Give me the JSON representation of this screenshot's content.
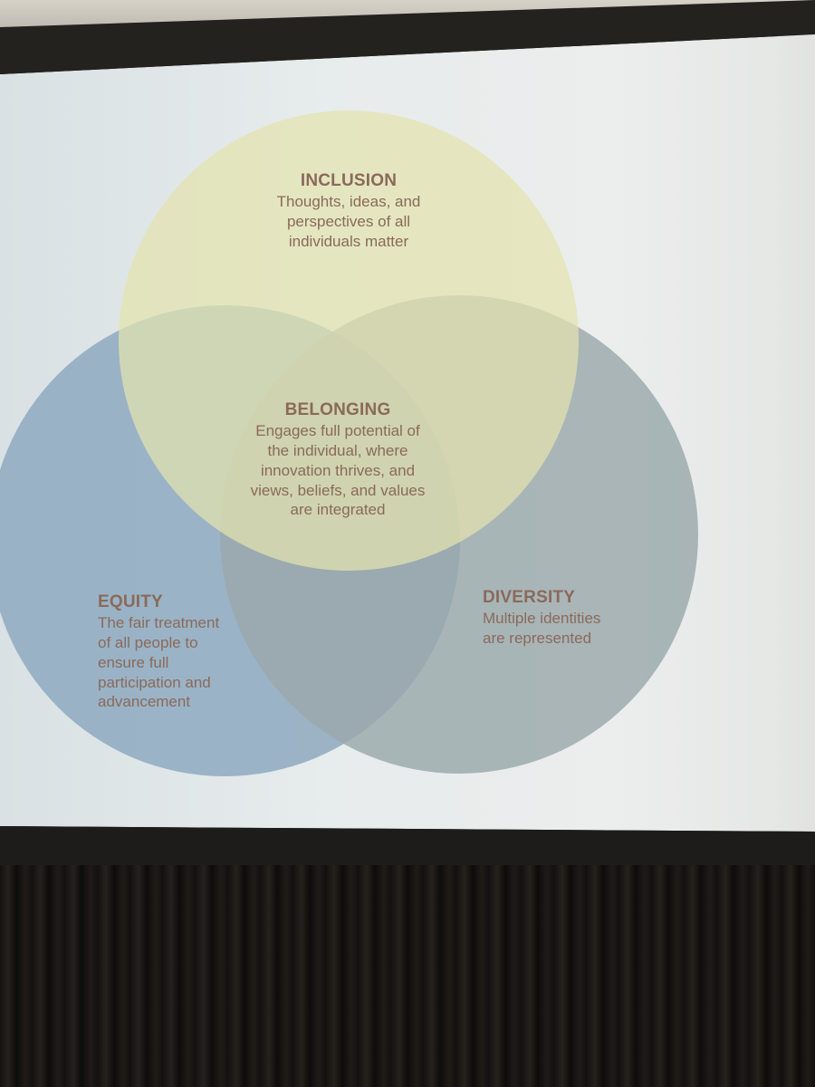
{
  "diagram": {
    "inclusion": {
      "heading": "INCLUSION",
      "text": "Thoughts, ideas, and\nperspectives of all\nindividuals matter",
      "color": "#e3e3ae"
    },
    "belonging": {
      "heading": "BELONGING",
      "text": "Engages full potential of\nthe individual, where\ninnovation thrives, and\nviews, beliefs, and values\nare integrated"
    },
    "equity": {
      "heading": "EQUITY",
      "text": "The fair treatment\nof all people to\nensure full\nparticipation and\nadvancement",
      "color": "#8ea9bf"
    },
    "diversity": {
      "heading": "DIVERSITY",
      "text": "Multiple identities\nare represented",
      "color": "#9aa8ab"
    },
    "text_color": "#8a6a5a"
  }
}
